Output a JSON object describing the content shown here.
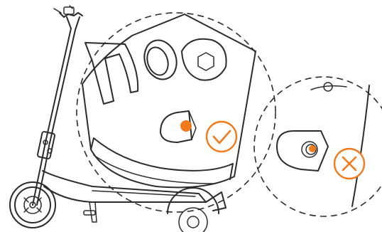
{
  "diagram": {
    "subject": "electric-scooter-folding-latch-inspection",
    "views": [
      {
        "name": "correct-latch-view",
        "status": "correct",
        "icon": "check-circle-icon"
      },
      {
        "name": "incorrect-latch-view",
        "status": "incorrect",
        "icon": "x-circle-icon"
      }
    ],
    "colors": {
      "accent": "#f07a1c",
      "line": "#2b2b2b",
      "background": "#ffffff"
    }
  }
}
